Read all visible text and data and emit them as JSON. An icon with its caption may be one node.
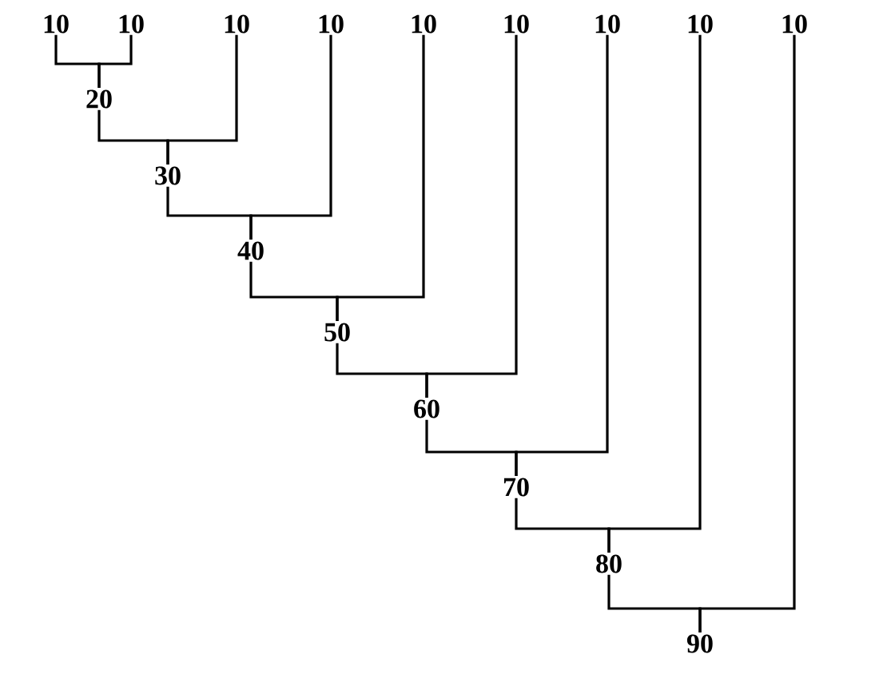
{
  "diagram": {
    "nodes": [
      {
        "text": [
          "10"
        ]
      },
      {
        "text": [
          "10"
        ]
      },
      {
        "text": [
          "10"
        ]
      },
      {
        "text": [
          "10"
        ]
      },
      {
        "text": [
          "10"
        ]
      },
      {
        "text": [
          "10"
        ]
      },
      {
        "text": [
          "10"
        ]
      },
      {
        "text": [
          "10"
        ]
      },
      {
        "text": [
          "10"
        ]
      },
      {
        "text": [
          "20"
        ]
      },
      {
        "text": [
          "30"
        ]
      },
      {
        "text": [
          "40"
        ]
      },
      {
        "text": [
          "50"
        ]
      },
      {
        "text": [
          "60"
        ]
      },
      {
        "text": [
          "70"
        ]
      },
      {
        "text": [
          "80"
        ]
      },
      {
        "text": [
          "90"
        ]
      }
    ],
    "edges": [
      {
        "from": 0,
        "to": 9,
        "arrow": "none"
      },
      {
        "from": 1,
        "to": 9,
        "arrow": "none"
      },
      {
        "from": 9,
        "to": 10,
        "arrow": "none"
      },
      {
        "from": 2,
        "to": 10,
        "arrow": "none"
      },
      {
        "from": 10,
        "to": 11,
        "arrow": "none"
      },
      {
        "from": 3,
        "to": 11,
        "arrow": "none"
      },
      {
        "from": 11,
        "to": 12,
        "arrow": "none"
      },
      {
        "from": 4,
        "to": 12,
        "arrow": "none"
      },
      {
        "from": 12,
        "to": 13,
        "arrow": "none"
      },
      {
        "from": 5,
        "to": 13,
        "arrow": "none"
      },
      {
        "from": 13,
        "to": 14,
        "arrow": "none"
      },
      {
        "from": 6,
        "to": 14,
        "arrow": "none"
      },
      {
        "from": 14,
        "to": 15,
        "arrow": "none"
      },
      {
        "from": 7,
        "to": 15,
        "arrow": "none"
      },
      {
        "from": 15,
        "to": 16,
        "arrow": "none"
      },
      {
        "from": 8,
        "to": 16,
        "arrow": "none"
      }
    ]
  }
}
